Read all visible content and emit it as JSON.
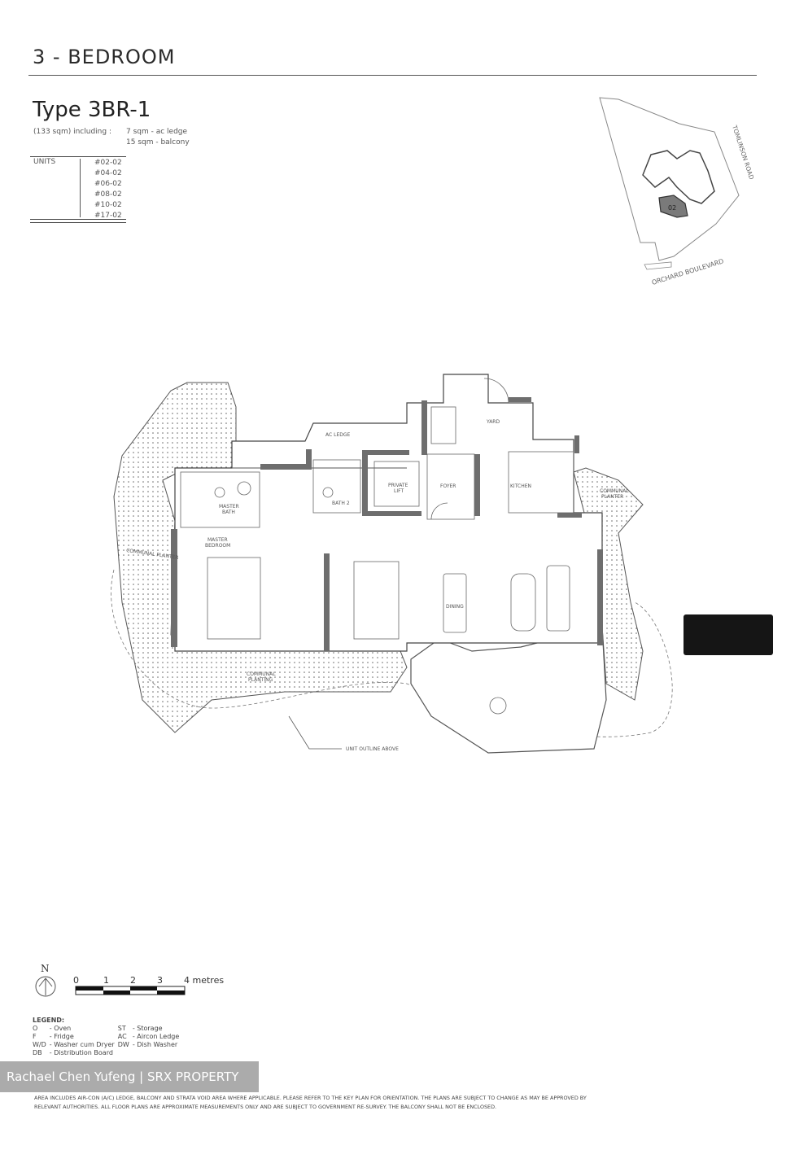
{
  "header": {
    "title": "3 - BEDROOM"
  },
  "unit_type": {
    "name": "Type 3BR-1",
    "area_line": "(133 sqm) including :",
    "inclusions": [
      "7 sqm - ac ledge",
      "15 sqm - balcony"
    ],
    "units_label": "UNITS",
    "units": [
      "#02-02",
      "#04-02",
      "#06-02",
      "#08-02",
      "#10-02",
      "#17-02"
    ]
  },
  "key_plan": {
    "roads": [
      "TOMLINSON ROAD",
      "ORCHARD BOULEVARD"
    ],
    "highlight_label": "02",
    "highlight_color": "#7a7a7a"
  },
  "floor_plan": {
    "rooms": {
      "ac_ledge": "AC LEDGE",
      "yard": "YARD",
      "private_lift": [
        "PRIVATE",
        "LIFT"
      ],
      "foyer": "FOYER",
      "kitchen": "KITCHEN",
      "master_bath": [
        "MASTER",
        "BATH"
      ],
      "bath2": "BATH 2",
      "master_bedroom": [
        "MASTER",
        "BEDROOM"
      ],
      "dining": "DINING",
      "communal_planter_left": "COMMUNAL PLANTER",
      "communal_planter_right": [
        "COMMUNAL",
        "PLANTER"
      ],
      "communal_planting": [
        "COMMUNAL",
        "PLANTING"
      ],
      "unit_outline": "UNIT OUTLINE ABOVE"
    },
    "wall_color": "#6e6e6e",
    "planter_color": "#f3f3f3"
  },
  "scale": {
    "north": "N",
    "ticks": [
      "0",
      "1",
      "2",
      "3",
      "4 metres"
    ]
  },
  "legend": {
    "title": "LEGEND:",
    "items": [
      [
        "O",
        "- Oven",
        "ST",
        "- Storage"
      ],
      [
        "F",
        "- Fridge",
        "AC",
        "- Aircon Ledge"
      ],
      [
        "W/D",
        "- Washer cum Dryer",
        "DW",
        "- Dish Washer"
      ],
      [
        "DB",
        "- Distribution Board",
        "",
        ""
      ]
    ]
  },
  "watermark": "Rachael Chen Yufeng | SRX PROPERTY",
  "disclaimer": [
    "AREA INCLUDES AIR-CON (A/C) LEDGE, BALCONY AND STRATA VOID AREA WHERE APPLICABLE. PLEASE REFER TO THE KEY PLAN FOR ORIENTATION. THE PLANS ARE SUBJECT TO CHANGE AS MAY BE APPROVED BY",
    "RELEVANT AUTHORITIES. ALL FLOOR PLANS ARE APPROXIMATE MEASUREMENTS ONLY AND ARE SUBJECT TO GOVERNMENT RE-SURVEY. THE BALCONY SHALL NOT BE ENCLOSED."
  ]
}
